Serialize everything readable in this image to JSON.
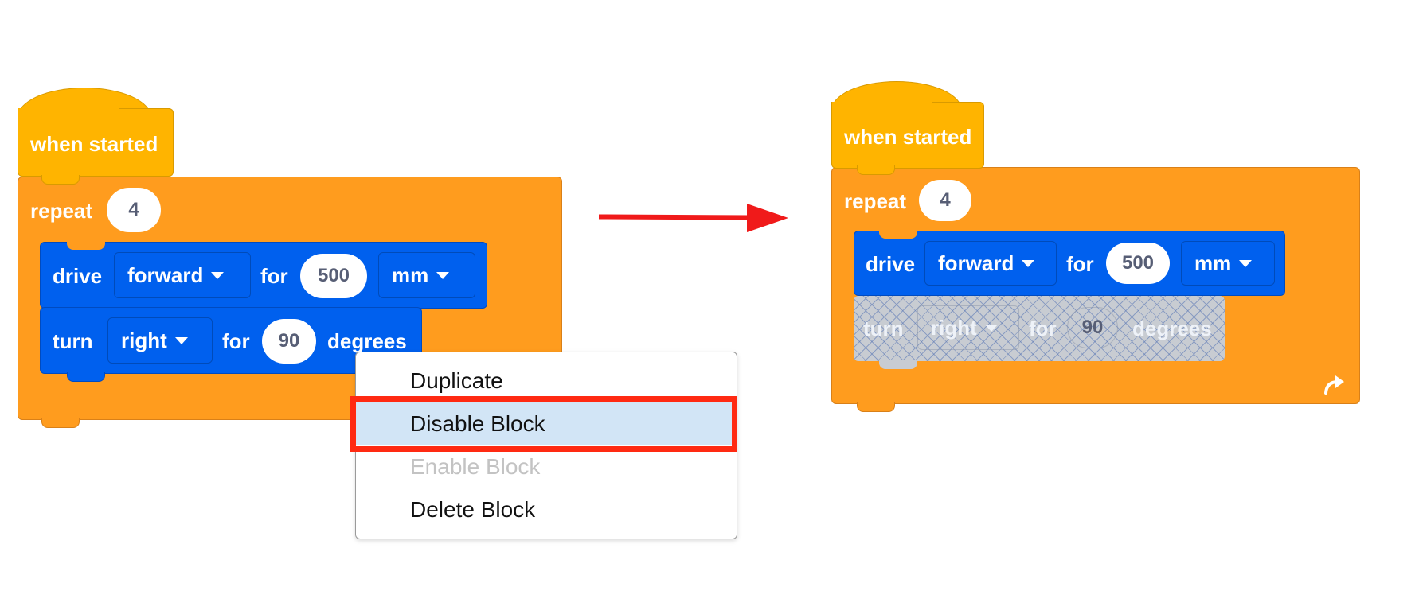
{
  "left_script": {
    "hat_label": "when started",
    "repeat_label": "repeat",
    "repeat_count": "4",
    "drive": {
      "label": "drive",
      "direction": "forward",
      "for_label": "for",
      "distance": "500",
      "unit": "mm"
    },
    "turn": {
      "label": "turn",
      "direction": "right",
      "for_label": "for",
      "angle": "90",
      "unit_label": "degrees"
    }
  },
  "context_menu": {
    "items": [
      {
        "label": "Duplicate",
        "enabled": true
      },
      {
        "label": "Disable Block",
        "enabled": true,
        "highlighted": true
      },
      {
        "label": "Enable Block",
        "enabled": false
      },
      {
        "label": "Delete Block",
        "enabled": true
      }
    ]
  },
  "right_script": {
    "hat_label": "when started",
    "repeat_label": "repeat",
    "repeat_count": "4",
    "drive": {
      "label": "drive",
      "direction": "forward",
      "for_label": "for",
      "distance": "500",
      "unit": "mm"
    },
    "turn": {
      "label": "turn",
      "direction": "right",
      "for_label": "for",
      "angle": "90",
      "unit_label": "degrees",
      "disabled": true
    },
    "loop_icon": "loop-arrow-icon"
  },
  "colors": {
    "event_yellow": "#ffb400",
    "control_orange": "#ff9c1e",
    "motion_blue": "#0060ee",
    "highlight_red": "#ff2a12",
    "menu_highlight": "#d2e5f6"
  }
}
